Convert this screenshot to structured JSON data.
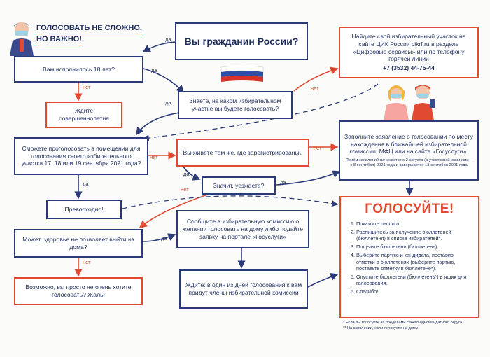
{
  "header": {
    "line1": "ГОЛОСОВАТЬ НЕ СЛОЖНО,",
    "line2": "НО ВАЖНО!"
  },
  "nodes": {
    "citizen": "Вы гражданин России?",
    "age18": "Вам исполнилось 18 лет?",
    "wait": "Ждите совершеннолетия",
    "know": "Знаете, на каком избирательном участке вы будете голосовать?",
    "find": "Найдите свой избирательный участок на сайте ЦИК России cikrf.ru в разделе «Цифровые сервисы» или по телефону горячей линии",
    "phone": "+7 (3532) 44-75-44",
    "can": "Сможете проголосовать в помещении для голосования своего избирательного участка 17, 18 или 19 сентября 2021 года?",
    "live": "Вы живёте там же, где зарегистрированы?",
    "apply": "Заполните заявление о голосовании по месту нахождения в ближайшей избирательной комиссии, МФЦ или на сайте «Госуслуги».",
    "apply_note": "Приём заявлений начинается с 2 августа (в участковой комиссии – с 8 сентября) 2021 года и завершается 13 сентября 2021 года",
    "leave": "Значит, уезжаете?",
    "great": "Превосходно!",
    "health": "Может, здоровье не позволяет выйти из дома?",
    "report": "Сообщите в избирательную комиссию о желании голосовать на дому либо подайте заявку на портале «Госуслуги»",
    "maybe": "Возможно, вы просто не очень хотите голосовать? Жаль!",
    "waitday": "Ждите: в один из дней голосования к вам придут члены избирательной комиссии"
  },
  "labels": {
    "yes": "да",
    "no": "нет"
  },
  "vote": {
    "title": "ГОЛОСУЙТЕ!",
    "steps": [
      "Покажите паспорт.",
      "Распишитесь за получение бюллетеней (бюллетеня) в списке избирателей*.",
      "Получите бюллетени (бюллетень).",
      "Выберите партию и кандидата, поставив отметки в бюллетенях (выберите партию, поставьте отметку в бюллетене*).",
      "Опустите бюллетени (бюллетень*) в ящик для голосования.",
      "Спасибо!"
    ],
    "foot1": "* Если вы голосуете за пределами своего одномандатного округа.",
    "foot2": "** На заявлении, если голосуете на дому."
  },
  "colors": {
    "navy": "#2c3a78",
    "red": "#e04a33"
  }
}
